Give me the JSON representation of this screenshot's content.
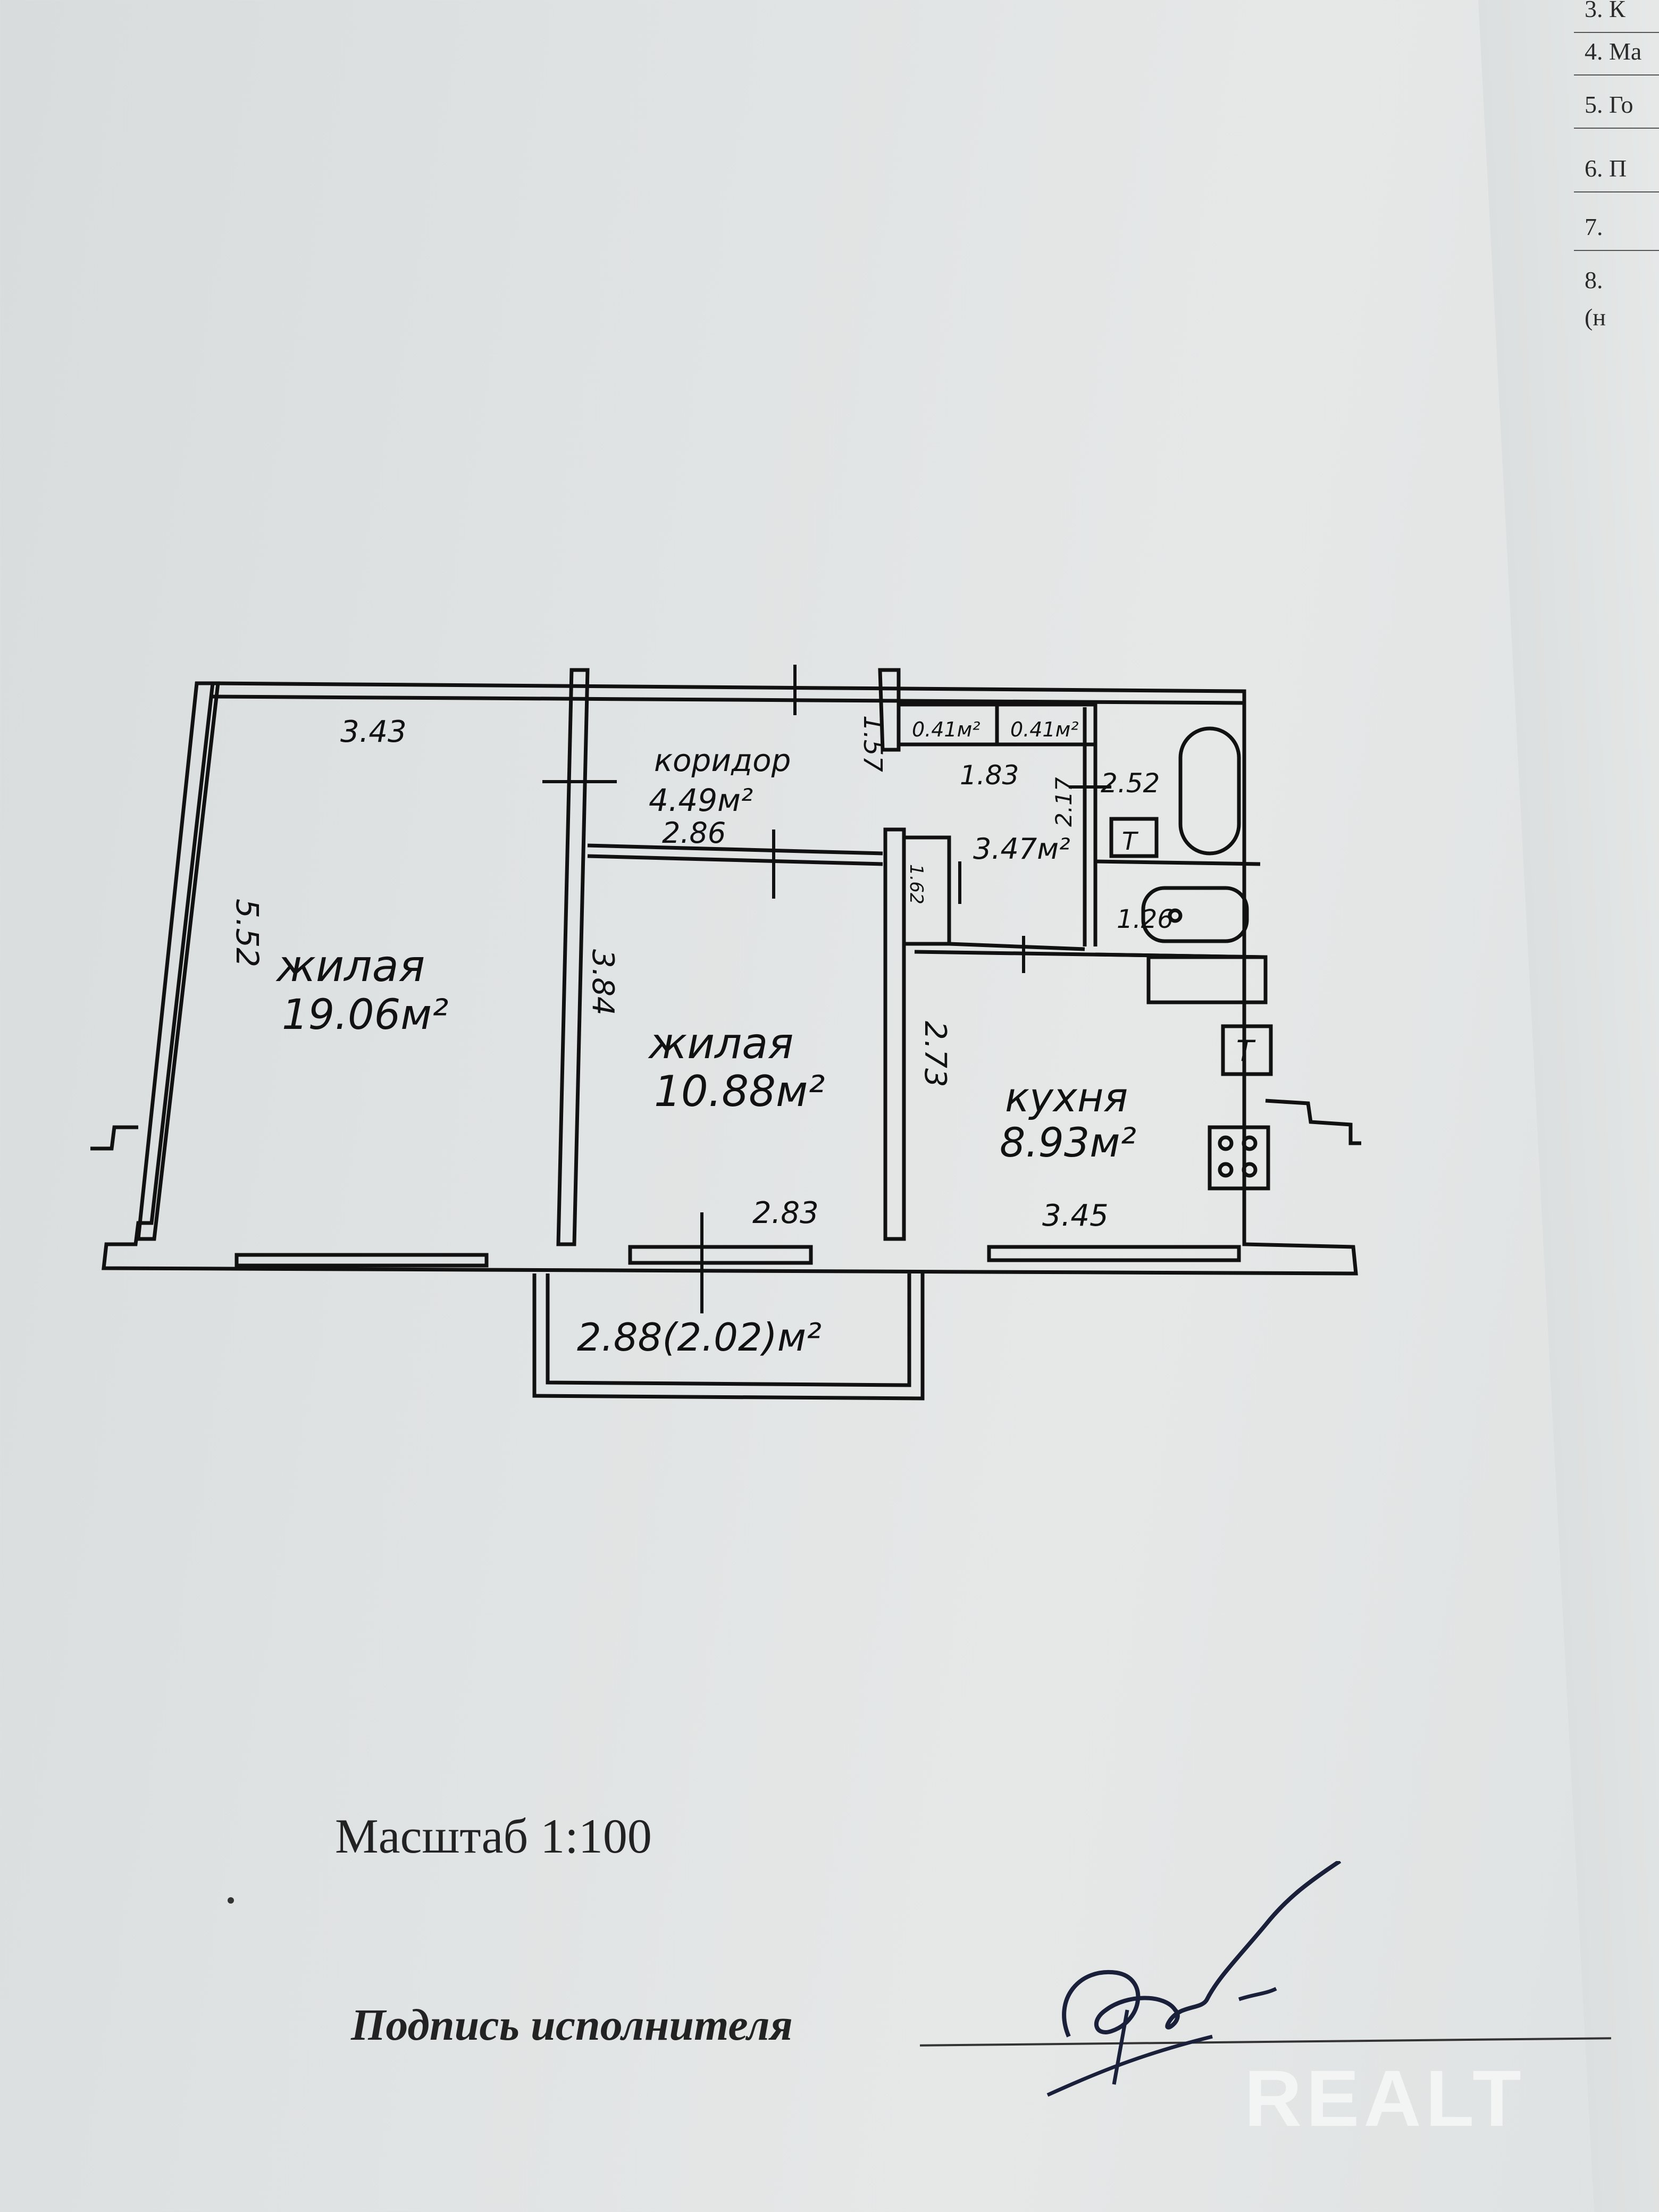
{
  "plan": {
    "rooms": [
      {
        "name": "жилая",
        "area": "19.06м²"
      },
      {
        "name": "коридор",
        "area": "4.49м²"
      },
      {
        "name": "жилая",
        "area": "10.88м²"
      },
      {
        "name": "кухня",
        "area": "8.93м²"
      },
      {
        "name": "",
        "area": "3.47м²"
      }
    ],
    "balcony_area": "2.88(2.02)м²",
    "dimensions": {
      "d1": "3.43",
      "d2": "5.52",
      "d3": "2.86",
      "d4": "3.84",
      "d5": "2.83",
      "d6": "2.73",
      "d7": "3.45",
      "d8": "1.57",
      "d9": "1.83",
      "d10": "2.52",
      "d11": "1.26",
      "d12": "0.41м²",
      "d13": "0.41м²",
      "d14": "2.17",
      "d15": "1.62"
    },
    "fixtures": {
      "toilet_mark": "Т",
      "kitchen_mark": "Т"
    }
  },
  "side_list": [
    "3. К",
    "4. Ма",
    "5. Го",
    "6. П",
    "7.",
    "8.",
    "(н"
  ],
  "scale_text": "Масштаб 1:100",
  "signature_label": "Подпись исполнителя",
  "watermark": "REALT",
  "colors": {
    "ink": "#111111",
    "paper": "#e2e5e5",
    "watermark": "#f5f6f6"
  }
}
